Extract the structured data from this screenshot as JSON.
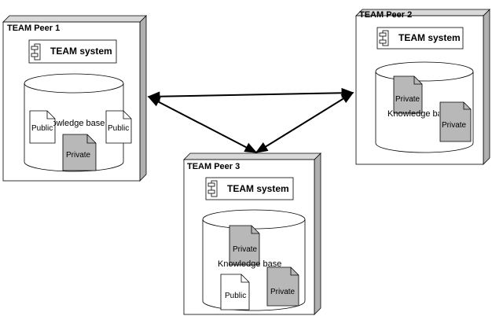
{
  "peers": {
    "peer1": {
      "title": "TEAM Peer 1",
      "system": "TEAM system",
      "kb_label": "Knowledge base",
      "docs": {
        "public_left": "Public",
        "public_right": "Public",
        "private": "Private"
      }
    },
    "peer2": {
      "title": "TEAM Peer 2",
      "system": "TEAM system",
      "kb_label": "Knowledge base",
      "docs": {
        "private_top": "Private",
        "private_bottom": "Private"
      }
    },
    "peer3": {
      "title": "TEAM Peer 3",
      "system": "TEAM system",
      "kb_label": "Knowledge base",
      "docs": {
        "private_top": "Private",
        "public": "Public",
        "private_bottom": "Private"
      }
    }
  },
  "colors": {
    "node_face": "#ffffff",
    "node_side": "#b0b0b0",
    "node_top": "#d9d9d9",
    "public_doc": "#ffffff",
    "private_doc": "#b8b8b8",
    "line": "#000000"
  }
}
